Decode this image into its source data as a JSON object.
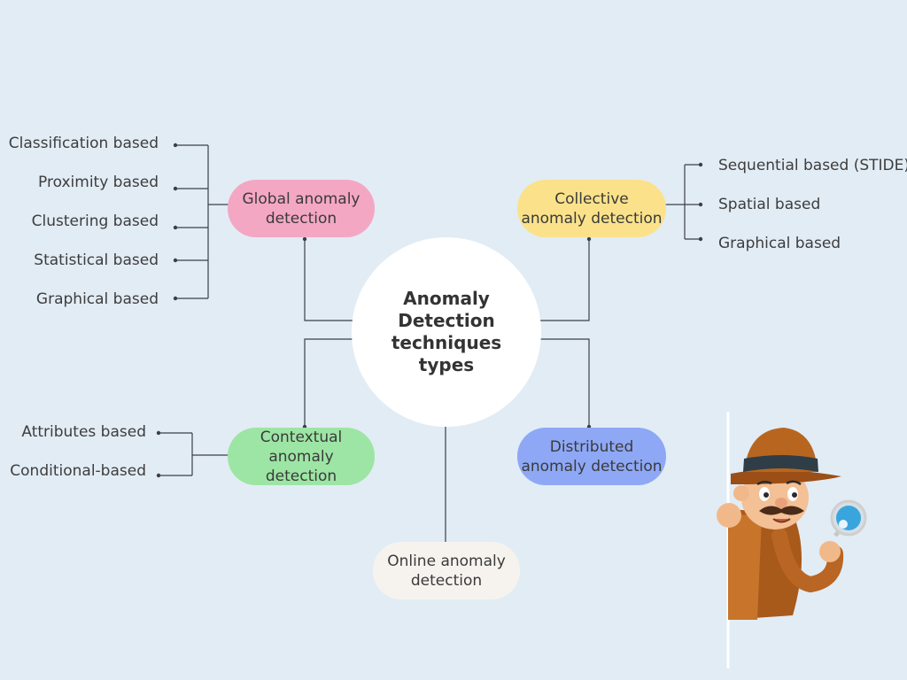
{
  "center": {
    "title": "Anomaly Detection techniques types"
  },
  "global": {
    "label": "Global anomaly detection",
    "color": "#f4a7c3",
    "items": [
      "Classification based",
      "Proximity based",
      "Clustering based",
      "Statistical based",
      "Graphical based"
    ]
  },
  "collective": {
    "label": "Collective anomaly detection",
    "color": "#fbe28a",
    "items": [
      "Sequential based (STIDE)",
      "Spatial based",
      "Graphical based"
    ]
  },
  "contextual": {
    "label": "Contextual anomaly detection",
    "color": "#9de5a4",
    "items": [
      "Attributes based",
      "Conditional-based"
    ]
  },
  "distributed": {
    "label": "Distributed anomaly detection",
    "color": "#8ea8f6"
  },
  "online": {
    "label": "Online anomaly detection",
    "color": "#f6f3ef"
  },
  "illustration": {
    "icon": "detective-icon"
  }
}
